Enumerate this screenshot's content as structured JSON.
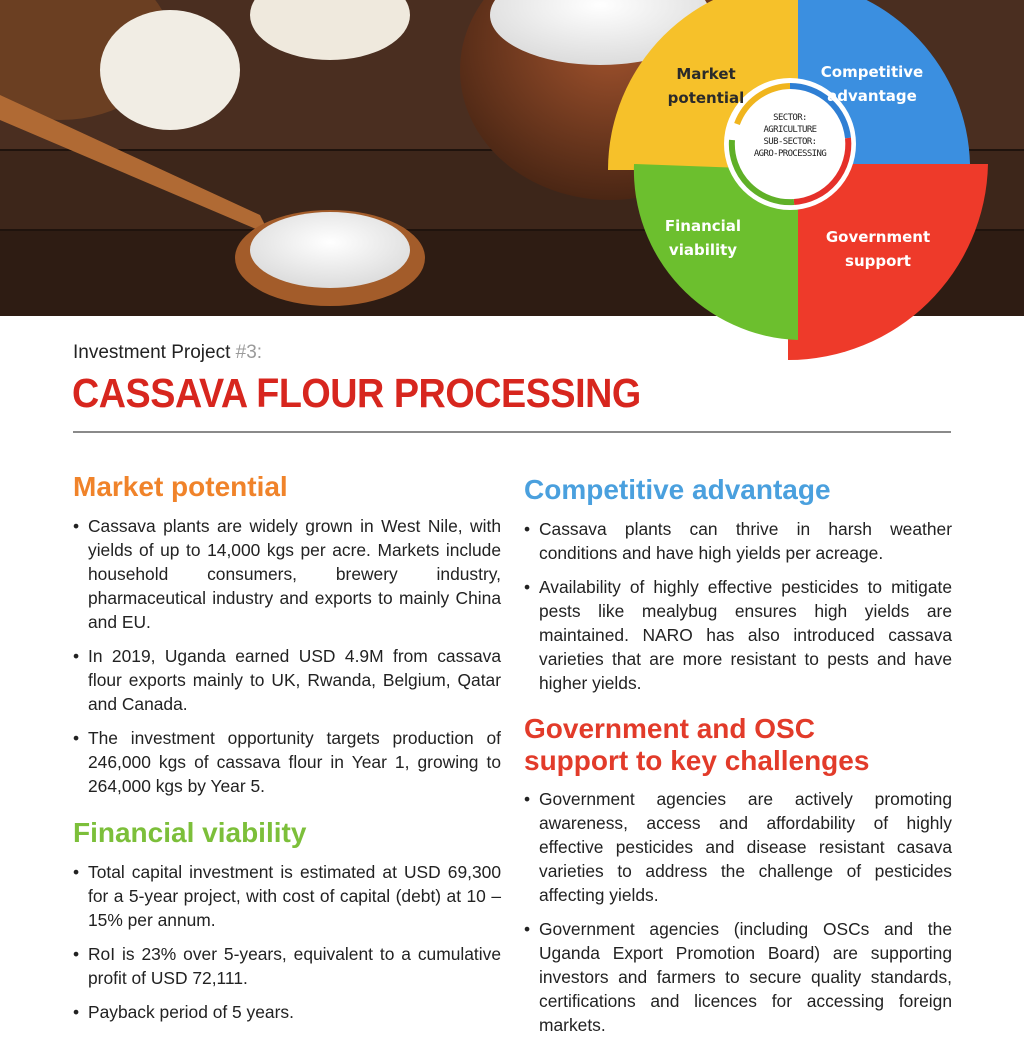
{
  "hero": {
    "wheel": {
      "segments": [
        {
          "label_line1": "Market",
          "label_line2": "potential",
          "color": "#f6c12a",
          "text_color": "#2a2a2a"
        },
        {
          "label_line1": "Competitive",
          "label_line2": "advantage",
          "color": "#3b8fe0",
          "text_color": "#ffffff"
        },
        {
          "label_line1": "Government",
          "label_line2": "support",
          "color": "#ee3a2a",
          "text_color": "#ffffff"
        },
        {
          "label_line1": "Financial",
          "label_line2": "viability",
          "color": "#6cbf2e",
          "text_color": "#ffffff"
        }
      ],
      "center": {
        "line1": "SECTOR:",
        "line2": "AGRICULTURE",
        "line3": "SUB-SECTOR:",
        "line4": "AGRO-PROCESSING"
      }
    }
  },
  "title": {
    "project_prefix": "Investment Project ",
    "project_number": "#3:",
    "main": "CASSAVA FLOUR PROCESSING"
  },
  "sections": {
    "market_potential": {
      "heading": "Market potential",
      "bullets": [
        "Cassava plants are widely grown in West Nile, with yields of up to 14,000 kgs per acre. Markets include household consumers, brewery industry, pharmaceutical industry and exports to mainly China and EU.",
        "In 2019, Uganda earned USD 4.9M from cassava flour exports mainly to UK, Rwanda, Belgium, Qatar and Canada.",
        "The investment opportunity targets production of 246,000 kgs of cassava flour in Year 1, growing to 264,000 kgs by Year 5."
      ]
    },
    "financial_viability": {
      "heading": "Financial viability",
      "bullets": [
        "Total capital investment is estimated at USD 69,300 for a 5-year project, with cost of capital (debt) at 10 – 15% per annum.",
        "RoI is 23% over 5-years, equivalent to a cumulative profit of USD 72,111.",
        "Payback period of 5 years."
      ]
    },
    "competitive_advantage": {
      "heading": "Competitive advantage",
      "bullets": [
        "Cassava plants can thrive in harsh weather conditions and have high yields per acreage.",
        "Availability of highly effective pesticides to mitigate pests like mealybug ensures high yields are maintained. NARO has also introduced cassava varieties that are more resistant to pests and have higher yields."
      ]
    },
    "government_support": {
      "heading_line1": "Government and OSC",
      "heading_line2": "support to key challenges",
      "bullets": [
        "Government agencies are actively promoting awareness, access and affordability of highly effective pesticides and disease resistant casava varieties to address the challenge of pesticides affecting yields.",
        "Government agencies (including OSCs and the Uganda Export Promotion Board) are supporting investors and farmers to secure quality standards, certifications and licences for accessing foreign markets."
      ]
    }
  },
  "colors": {
    "title_red": "#d7261e",
    "heading_orange": "#f0832a",
    "heading_green": "#7cbf3a",
    "heading_blue": "#4aa0de",
    "heading_red": "#e23b2a"
  }
}
